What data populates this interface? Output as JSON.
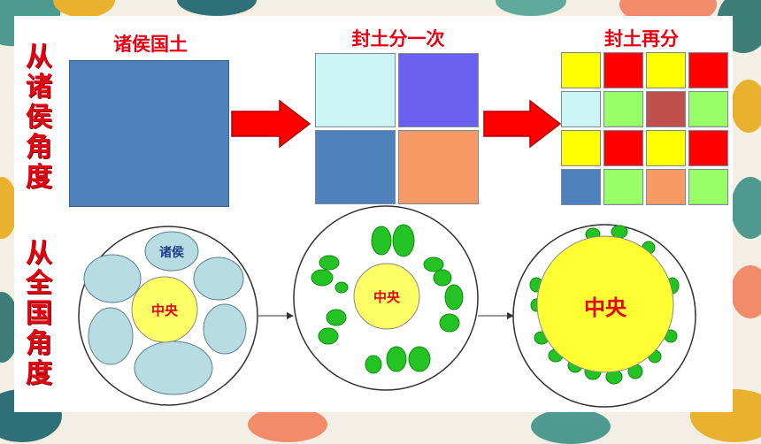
{
  "side_labels": {
    "top": [
      "从",
      "诸",
      "侯",
      "角",
      "度"
    ],
    "bottom": [
      "从",
      "全",
      "国",
      "角",
      "度"
    ]
  },
  "titles": {
    "stage1": "诸侯国土",
    "stage2": "封土分一次",
    "stage3": "封土再分"
  },
  "circle_labels": {
    "vassal": "诸侯",
    "center1": "中央",
    "center2": "中央",
    "center3": "中央"
  },
  "colors": {
    "red_text": "#e60012",
    "steel_blue": "#4f81bd",
    "light_cyan": "#ccf5f5",
    "violet": "#6b5ff0",
    "salmon": "#f79a64",
    "yellow": "#ffff00",
    "red": "#ff0000",
    "light_green": "#99ff66",
    "brick": "#c0504d",
    "pale_blue_ellipse": "#b7dce2",
    "green_ellipse": "#22c322",
    "arrow_red": "#ff0000"
  },
  "grid2": [
    [
      "#ccf5f5",
      "#6b5ff0"
    ],
    [
      "#4f81bd",
      "#f79a64"
    ]
  ],
  "grid4": [
    [
      "#ffff00",
      "#ff0000",
      "#ffff00",
      "#ff0000"
    ],
    [
      "#ccf5f5",
      "#99ff66",
      "#c0504d",
      "#99ff66"
    ],
    [
      "#ffff00",
      "#ff0000",
      "#ffff00",
      "#ff0000"
    ],
    [
      "#4f81bd",
      "#99ff66",
      "#f79a64",
      "#99ff66"
    ]
  ]
}
